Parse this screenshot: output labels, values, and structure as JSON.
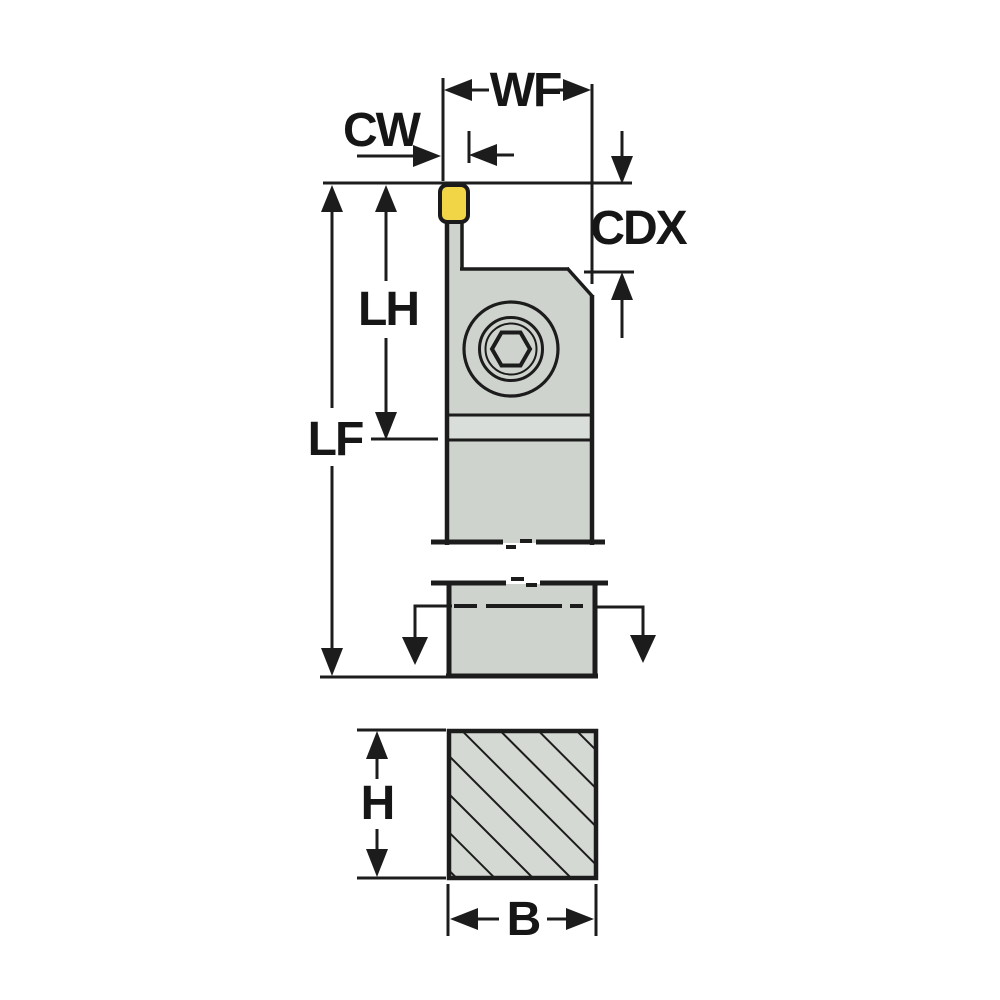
{
  "drawing": {
    "labels": {
      "wf": "WF",
      "cw": "CW",
      "cdx": "CDX",
      "lh": "LH",
      "lf": "LF",
      "h": "H",
      "b": "B"
    },
    "colors": {
      "line": "#1c1c1c",
      "body": "#ced3cd",
      "body_band": "#dadeda",
      "insert": "#f2d546",
      "section": "#d5d9d3",
      "background": "#ffffff"
    }
  }
}
